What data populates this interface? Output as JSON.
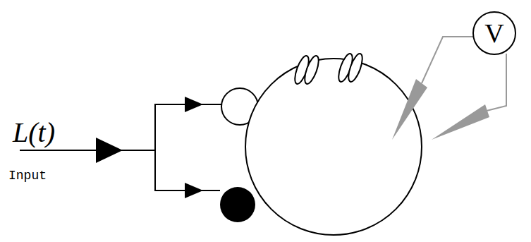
{
  "diagram": {
    "nodes": [
      {
        "text": [
          "V"
        ]
      }
    ],
    "labels": [
      "L(t)",
      "Input"
    ]
  }
}
